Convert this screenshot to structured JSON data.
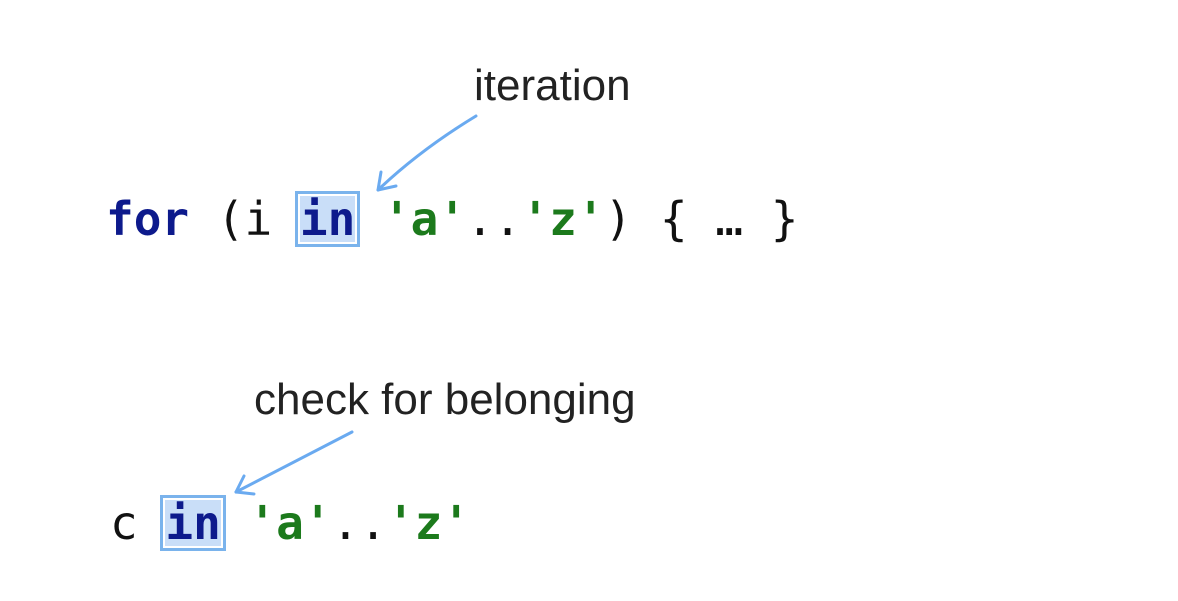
{
  "annotations": {
    "iteration": "iteration",
    "belonging": "check for belonging"
  },
  "code_line_1": {
    "kw_for": "for",
    "open": " (i ",
    "kw_in": "in",
    "space": " ",
    "str_a": "'a'",
    "range": "..",
    "str_z": "'z'",
    "rest": ") { … }"
  },
  "code_line_2": {
    "var": "c ",
    "kw_in": "in",
    "space": " ",
    "str_a": "'a'",
    "range": "..",
    "str_z": "'z'"
  },
  "colors": {
    "keyword": "#0d1a8c",
    "string": "#1c7a1c",
    "highlight_fill": "#c9def8",
    "highlight_border": "#7ab3ec",
    "arrow": "#6aaaf0"
  }
}
